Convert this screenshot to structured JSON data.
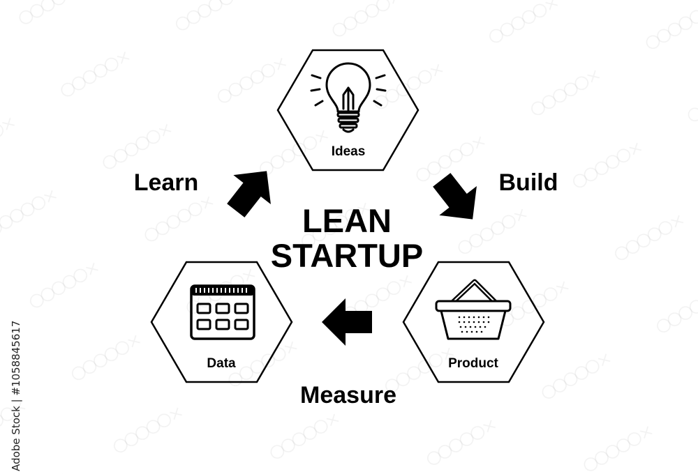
{
  "title_lines": [
    "LEAN",
    "STARTUP"
  ],
  "stages": {
    "ideas": "Ideas",
    "product": "Product",
    "data": "Data"
  },
  "steps": {
    "build": "Build",
    "measure": "Measure",
    "learn": "Learn"
  },
  "icons": {
    "ideas": "lightbulb-icon",
    "product": "shopping-basket-icon",
    "data": "calendar-grid-icon"
  },
  "watermark": {
    "brand": "Adobe Stock",
    "asset_id": "#1058845617"
  },
  "colors": {
    "ink": "#000000",
    "background": "#ffffff"
  }
}
